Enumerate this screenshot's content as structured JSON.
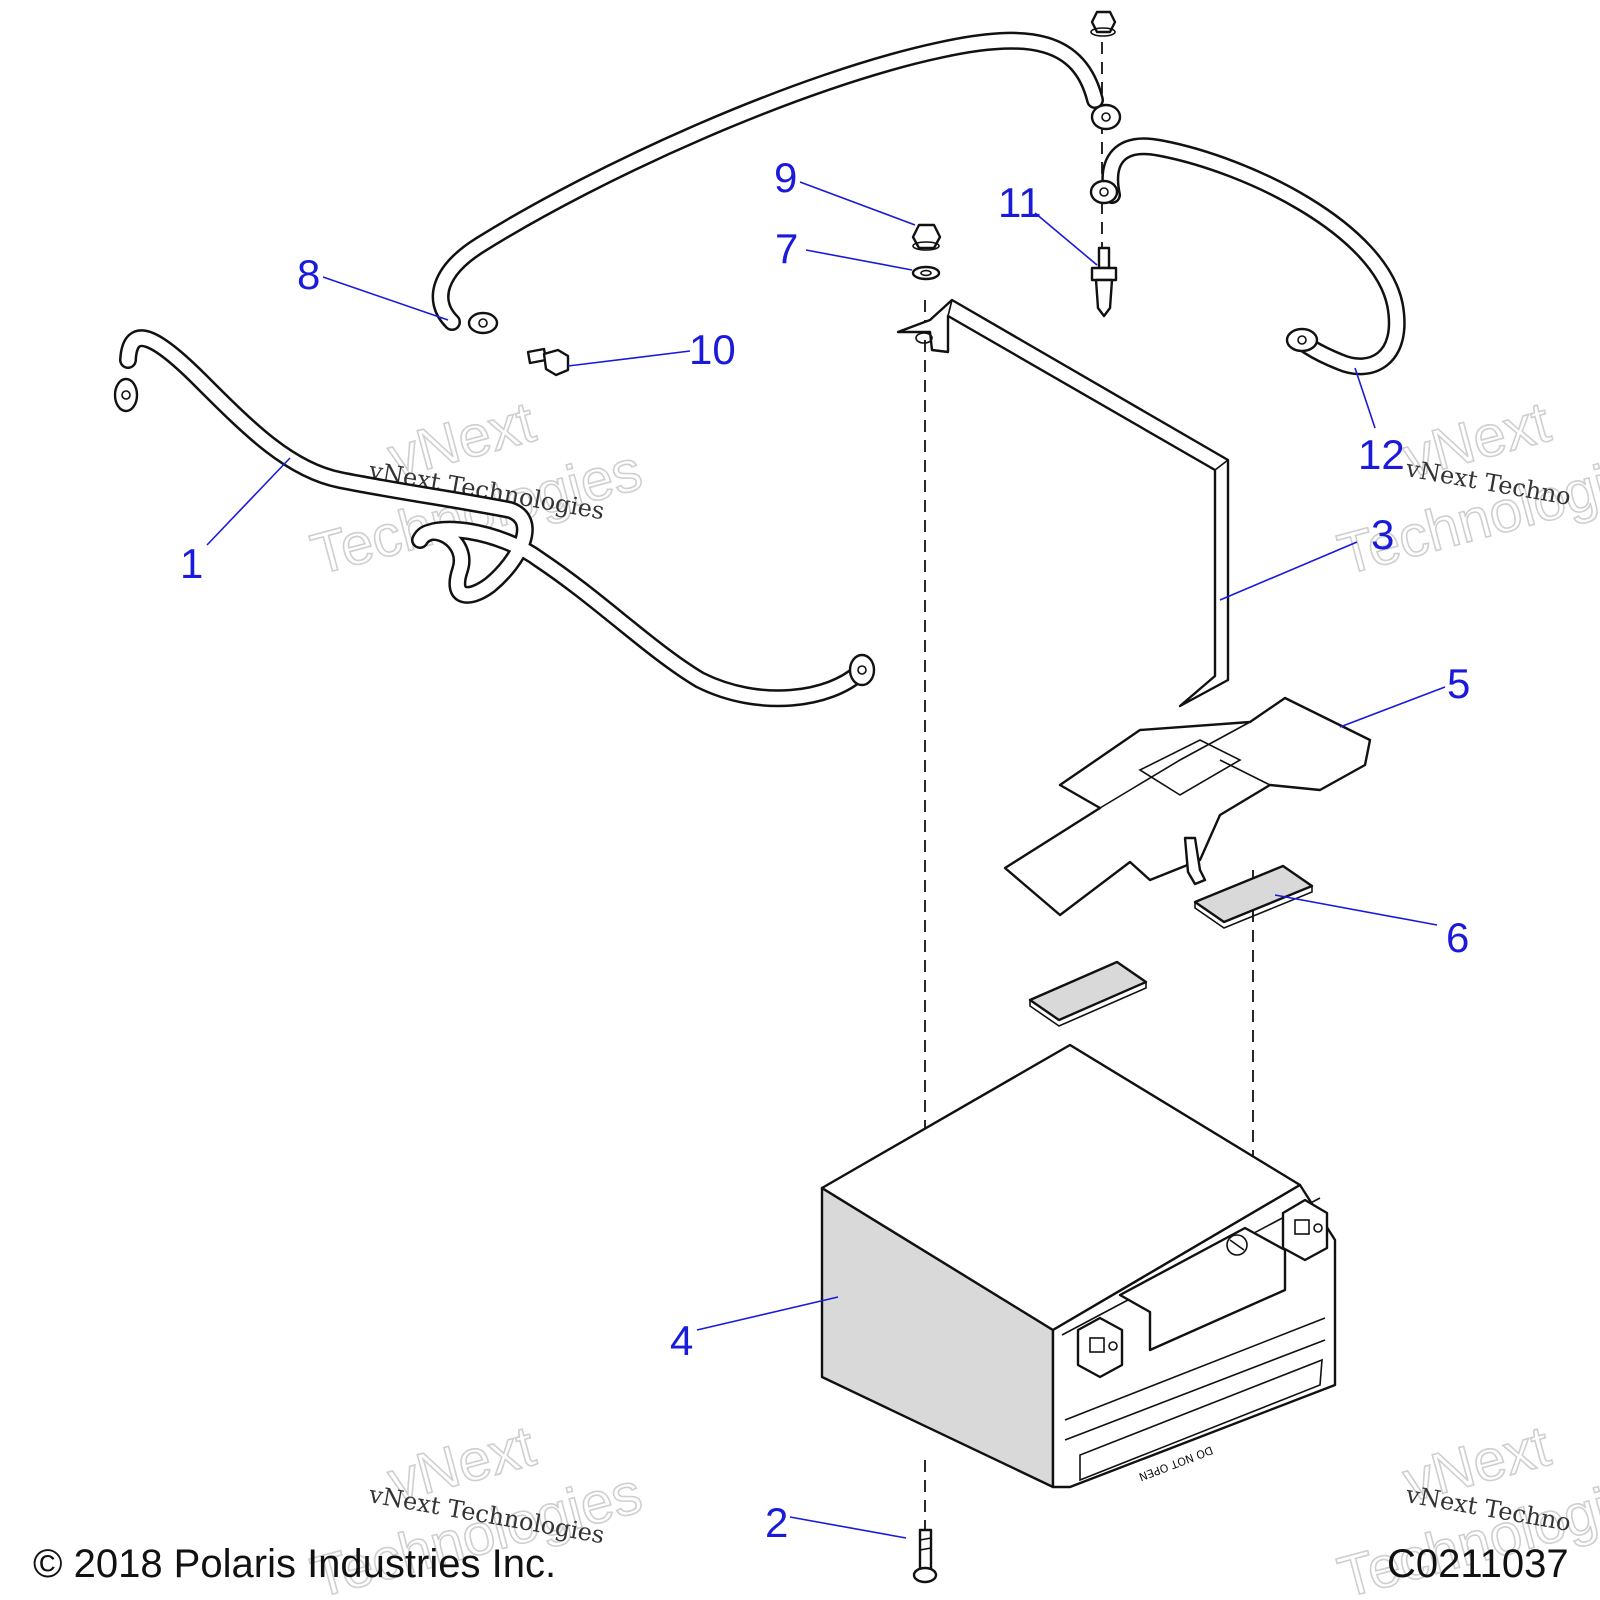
{
  "diagram": {
    "callouts": {
      "c1": "1",
      "c2": "2",
      "c3": "3",
      "c4": "4",
      "c5": "5",
      "c6": "6",
      "c7": "7",
      "c8": "8",
      "c9": "9",
      "c10": "10",
      "c11": "11",
      "c12": "12"
    },
    "battery_label": "DO NOT OPEN",
    "watermark": {
      "big_line1": "vNext",
      "big_line2": "Technologies",
      "small": "vNext Technologies",
      "small_cut": "vNext Techno"
    },
    "footer": {
      "copyright": "© 2018 Polaris Industries Inc.",
      "code": "C0211037"
    }
  }
}
